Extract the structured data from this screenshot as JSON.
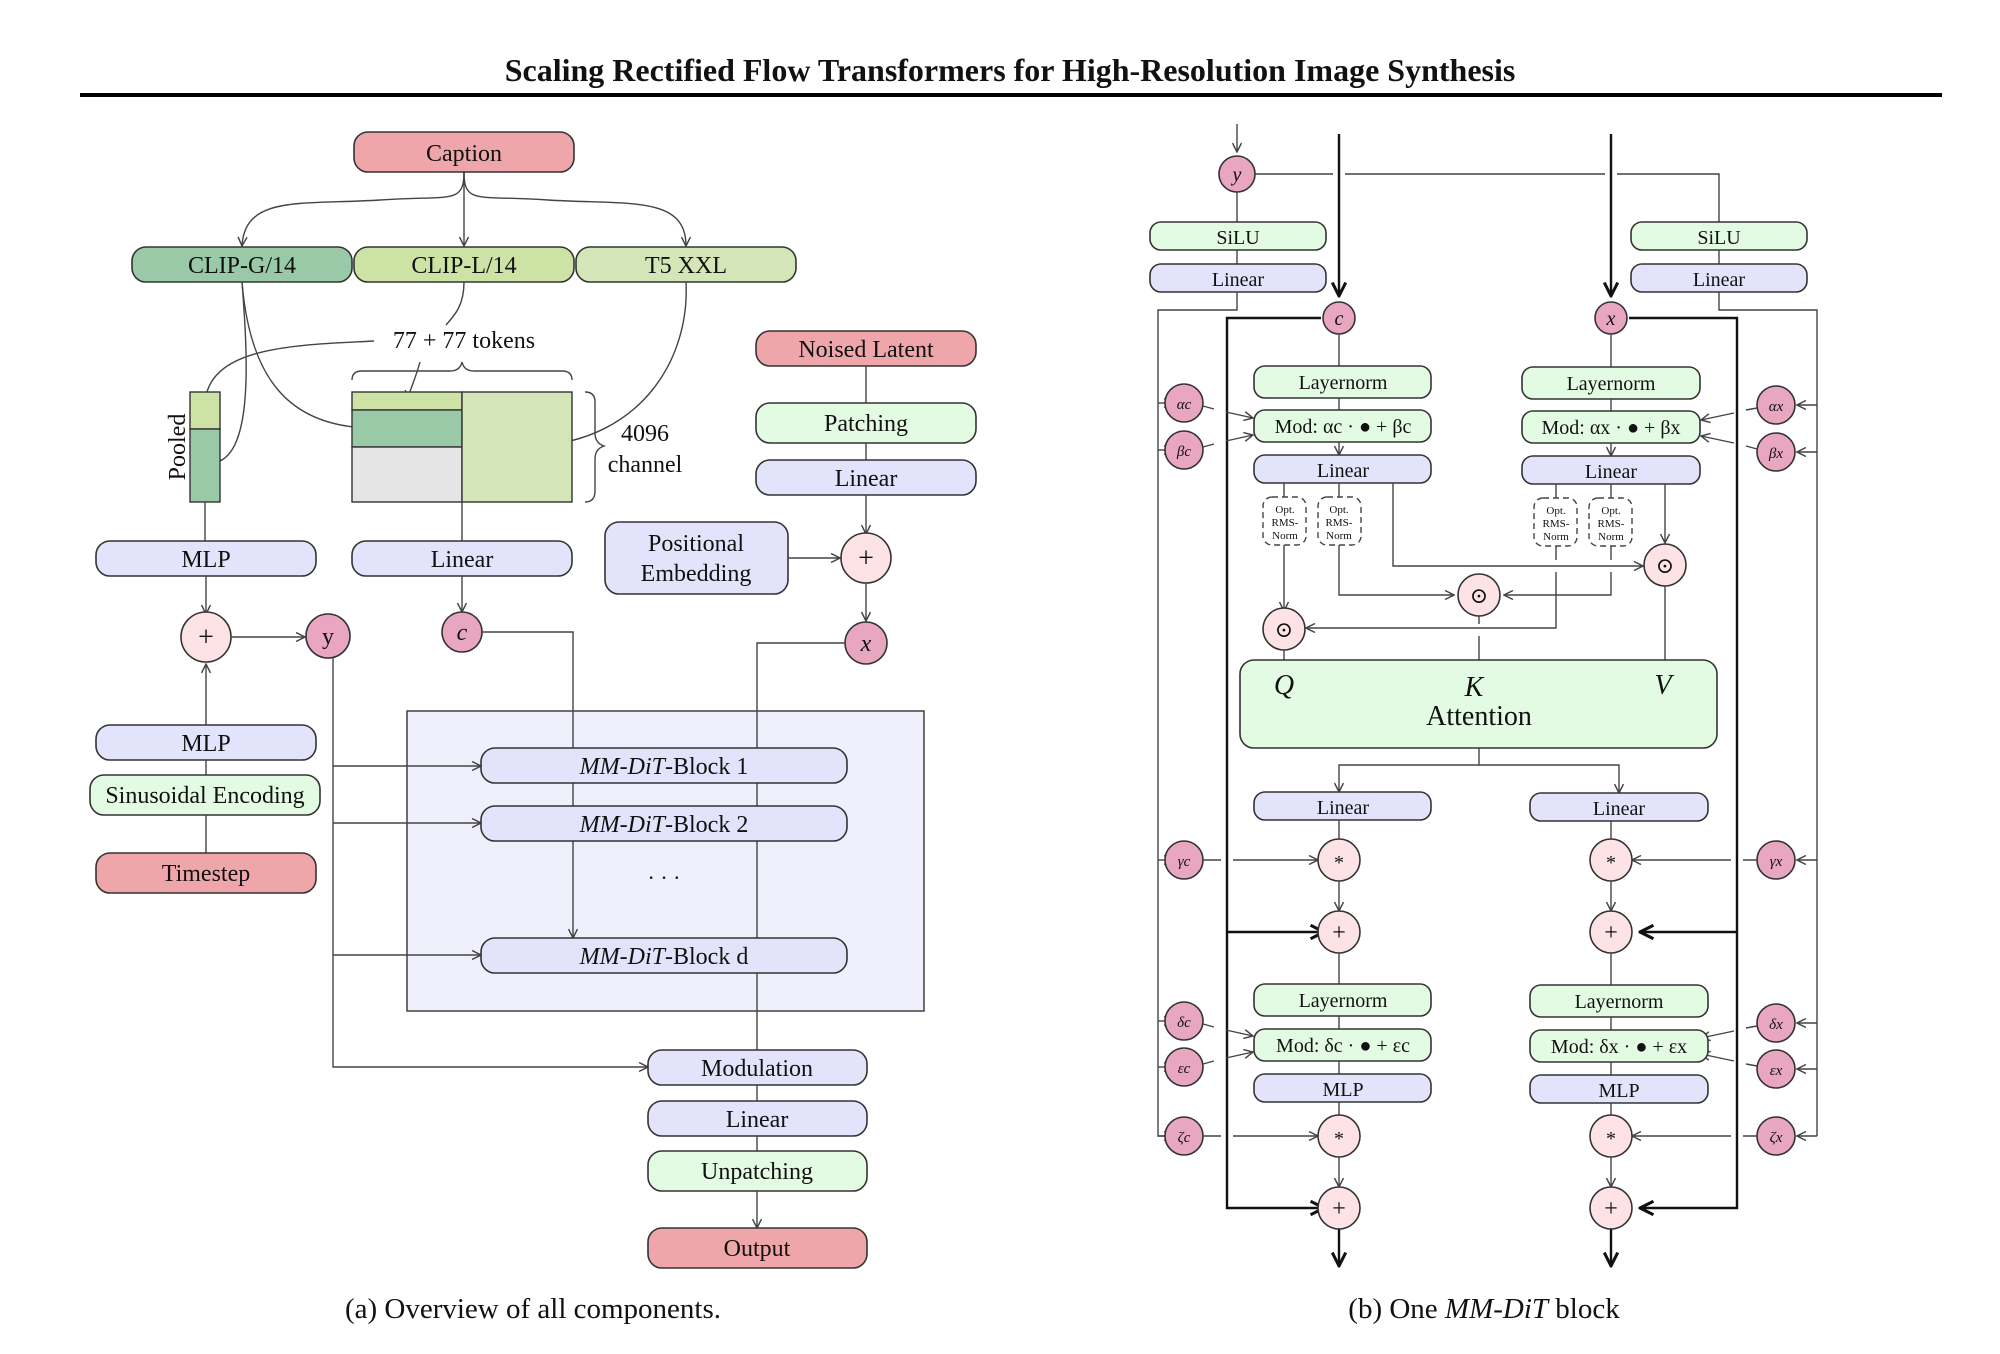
{
  "header": {
    "title": "Scaling Rectified Flow Transformers for High-Resolution Image Synthesis"
  },
  "colors": {
    "input_red": "#eea6aa",
    "clip_g": "#99c9a6",
    "clip_l": "#cde3a6",
    "t5": "#d4e6b8",
    "blue_box": "#e3e3fb",
    "green_box": "#e4fbe3",
    "circle_pink": "#e9a6c0",
    "circle_light": "#fde3e5",
    "gray_pad": "#e5e5e5",
    "panel_bg": "#f0f0fc"
  },
  "left": {
    "caption": "Caption",
    "clip_g": "CLIP-G/14",
    "clip_l": "CLIP-L/14",
    "t5": "T5 XXL",
    "tokens_label": "77 + 77 tokens",
    "pooled_label": "Pooled",
    "channel_label_1": "4096",
    "channel_label_2": "channel",
    "mlp_top": "MLP",
    "linear_c": "Linear",
    "plus": "+",
    "y_node": "y",
    "c_node": "c",
    "x_node": "x",
    "mlp_bottom": "MLP",
    "sinusoidal": "Sinusoidal Encoding",
    "timestep": "Timestep",
    "noised_latent": "Noised Latent",
    "patching": "Patching",
    "linear_x": "Linear",
    "pos_emb_1": "Positional",
    "pos_emb_2": "Embedding",
    "blocks": [
      {
        "italic": "MM-DiT",
        "rest": "-Block 1"
      },
      {
        "italic": "MM-DiT",
        "rest": "-Block 2"
      },
      {
        "italic": "MM-DiT",
        "rest": "-Block d"
      }
    ],
    "ellipsis": "· · ·",
    "modulation": "Modulation",
    "linear_out": "Linear",
    "unpatching": "Unpatching",
    "output": "Output",
    "figure_caption": "(a) Overview of all components."
  },
  "right": {
    "y_node": "y",
    "c_node": "c",
    "x_node": "x",
    "silu": "SiLU",
    "linear": "Linear",
    "layernorm": "Layernorm",
    "mod1_c": "Mod: αc · ● + βc",
    "mod1_x": "Mod: αx · ● + βx",
    "mod2_c": "Mod: δc · ● + εc",
    "mod2_x": "Mod: δx · ● + εx",
    "rms_1": "Opt.",
    "rms_2": "RMS-",
    "rms_3": "Norm",
    "odot": "⊙",
    "q": "Q",
    "k": "K",
    "v": "V",
    "attention": "Attention",
    "mlp": "MLP",
    "mul": "*",
    "plus": "+",
    "params_c": [
      "αc",
      "βc",
      "γc",
      "δc",
      "εc",
      "ζc"
    ],
    "params_x": [
      "αx",
      "βx",
      "γx",
      "δx",
      "εx",
      "ζx"
    ],
    "figure_caption_pre": "(b) One ",
    "figure_caption_it": "MM-DiT",
    "figure_caption_post": " block"
  }
}
